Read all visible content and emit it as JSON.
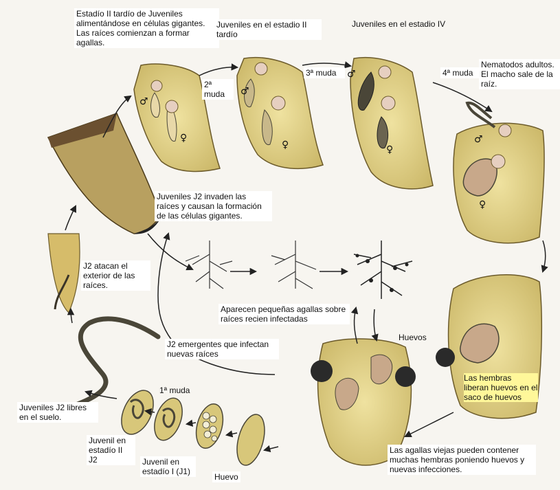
{
  "labels": {
    "j2_tardio": "Estadío II tardío de Juveniles alimentándose en células gigantes. Las raíces comienzan a formar agallas.",
    "juv_estadio2": "Juveniles en el estadio II tardío",
    "juv_estadio4": "Juveniles en el estadio IV",
    "adultos": "Nematodos adultos. El macho sale de la raíz.",
    "muda2": "2ª muda",
    "muda3": "3ª muda",
    "muda4": "4ª muda",
    "j2_invaden": "Juveniles J2 invaden las raíces y causan la formación de las células gigantes.",
    "j2_atacan": "J2 atacan el exterior de las raíces.",
    "agallas_peq": "Aparecen pequeñas agallas sobre raíces recien infectadas",
    "huevos": "Huevos",
    "j2_emergentes": "J2 emergentes que infectan nuevas raíces",
    "hembras_liberan": "Las hembras liberan huevos en el saco de huevos",
    "muda1": "1ª muda",
    "juv_libres": "Juveniles J2 libres en el suelo.",
    "juv_j2": "Juvenil en estadío II J2",
    "juv_j1": "Juvenil en estadío I (J1)",
    "huevo": "Huevo",
    "agallas_viejas": "Las agallas viejas pueden contener muchas hembras poniendo huevos y nuevas infecciones."
  },
  "symbols": {
    "male": "♂",
    "female": "♀"
  },
  "colors": {
    "tissue": "#d8c77a",
    "tissue_edge": "#6b5a2a",
    "nematode": "#4a4638",
    "egg_mass": "#2a2a2a",
    "highlight": "#fff79a"
  }
}
